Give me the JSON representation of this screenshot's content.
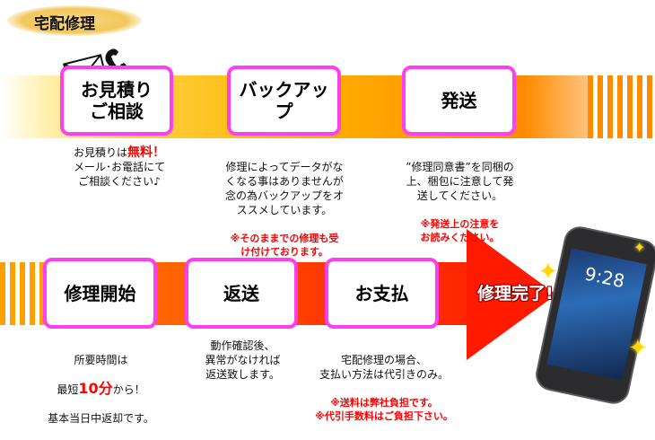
{
  "header": {
    "title": "宅配修理"
  },
  "steps": {
    "estimate": {
      "title": "お見積り\nご相談",
      "desc_pre": "お見積りは",
      "desc_red": "無料！",
      "desc_post": "\nメール･お電話にて\nご相談ください♪"
    },
    "backup": {
      "title": "バックアップ",
      "desc": "修理によってデータがな\nくなる事はありませんが\n念の為バックアップをオ\nススメしています。",
      "note": "※そのままでの修理も受\nけ付けております。"
    },
    "ship": {
      "title": "発送",
      "desc": "”修理同意書”を同梱の\n上、梱包に注意して発\n送してください。",
      "note": "※発送上の注意を\nお読みください。"
    },
    "start": {
      "title": "修理開始",
      "desc_line1": "所要時間は",
      "desc_pre": "最短",
      "desc_red": "10分",
      "desc_post": "から！",
      "desc_line3": "基本当日中返却です。"
    },
    "return": {
      "title": "返送",
      "desc": "動作確認後、\n異常がなければ\n返送致します。"
    },
    "payment": {
      "title": "お支払",
      "desc": "宅配修理の場合、\n支払い方法は代引きのみ。",
      "note": "※送料は弊社負担です。\n※代引手数料はご負担下さい。"
    }
  },
  "finish": {
    "label": "修理完了!"
  },
  "phone": {
    "time": "9:28"
  },
  "colors": {
    "border": "#ff3eef",
    "accent_red": "#ff0000",
    "band_orange": "#ff9600"
  }
}
